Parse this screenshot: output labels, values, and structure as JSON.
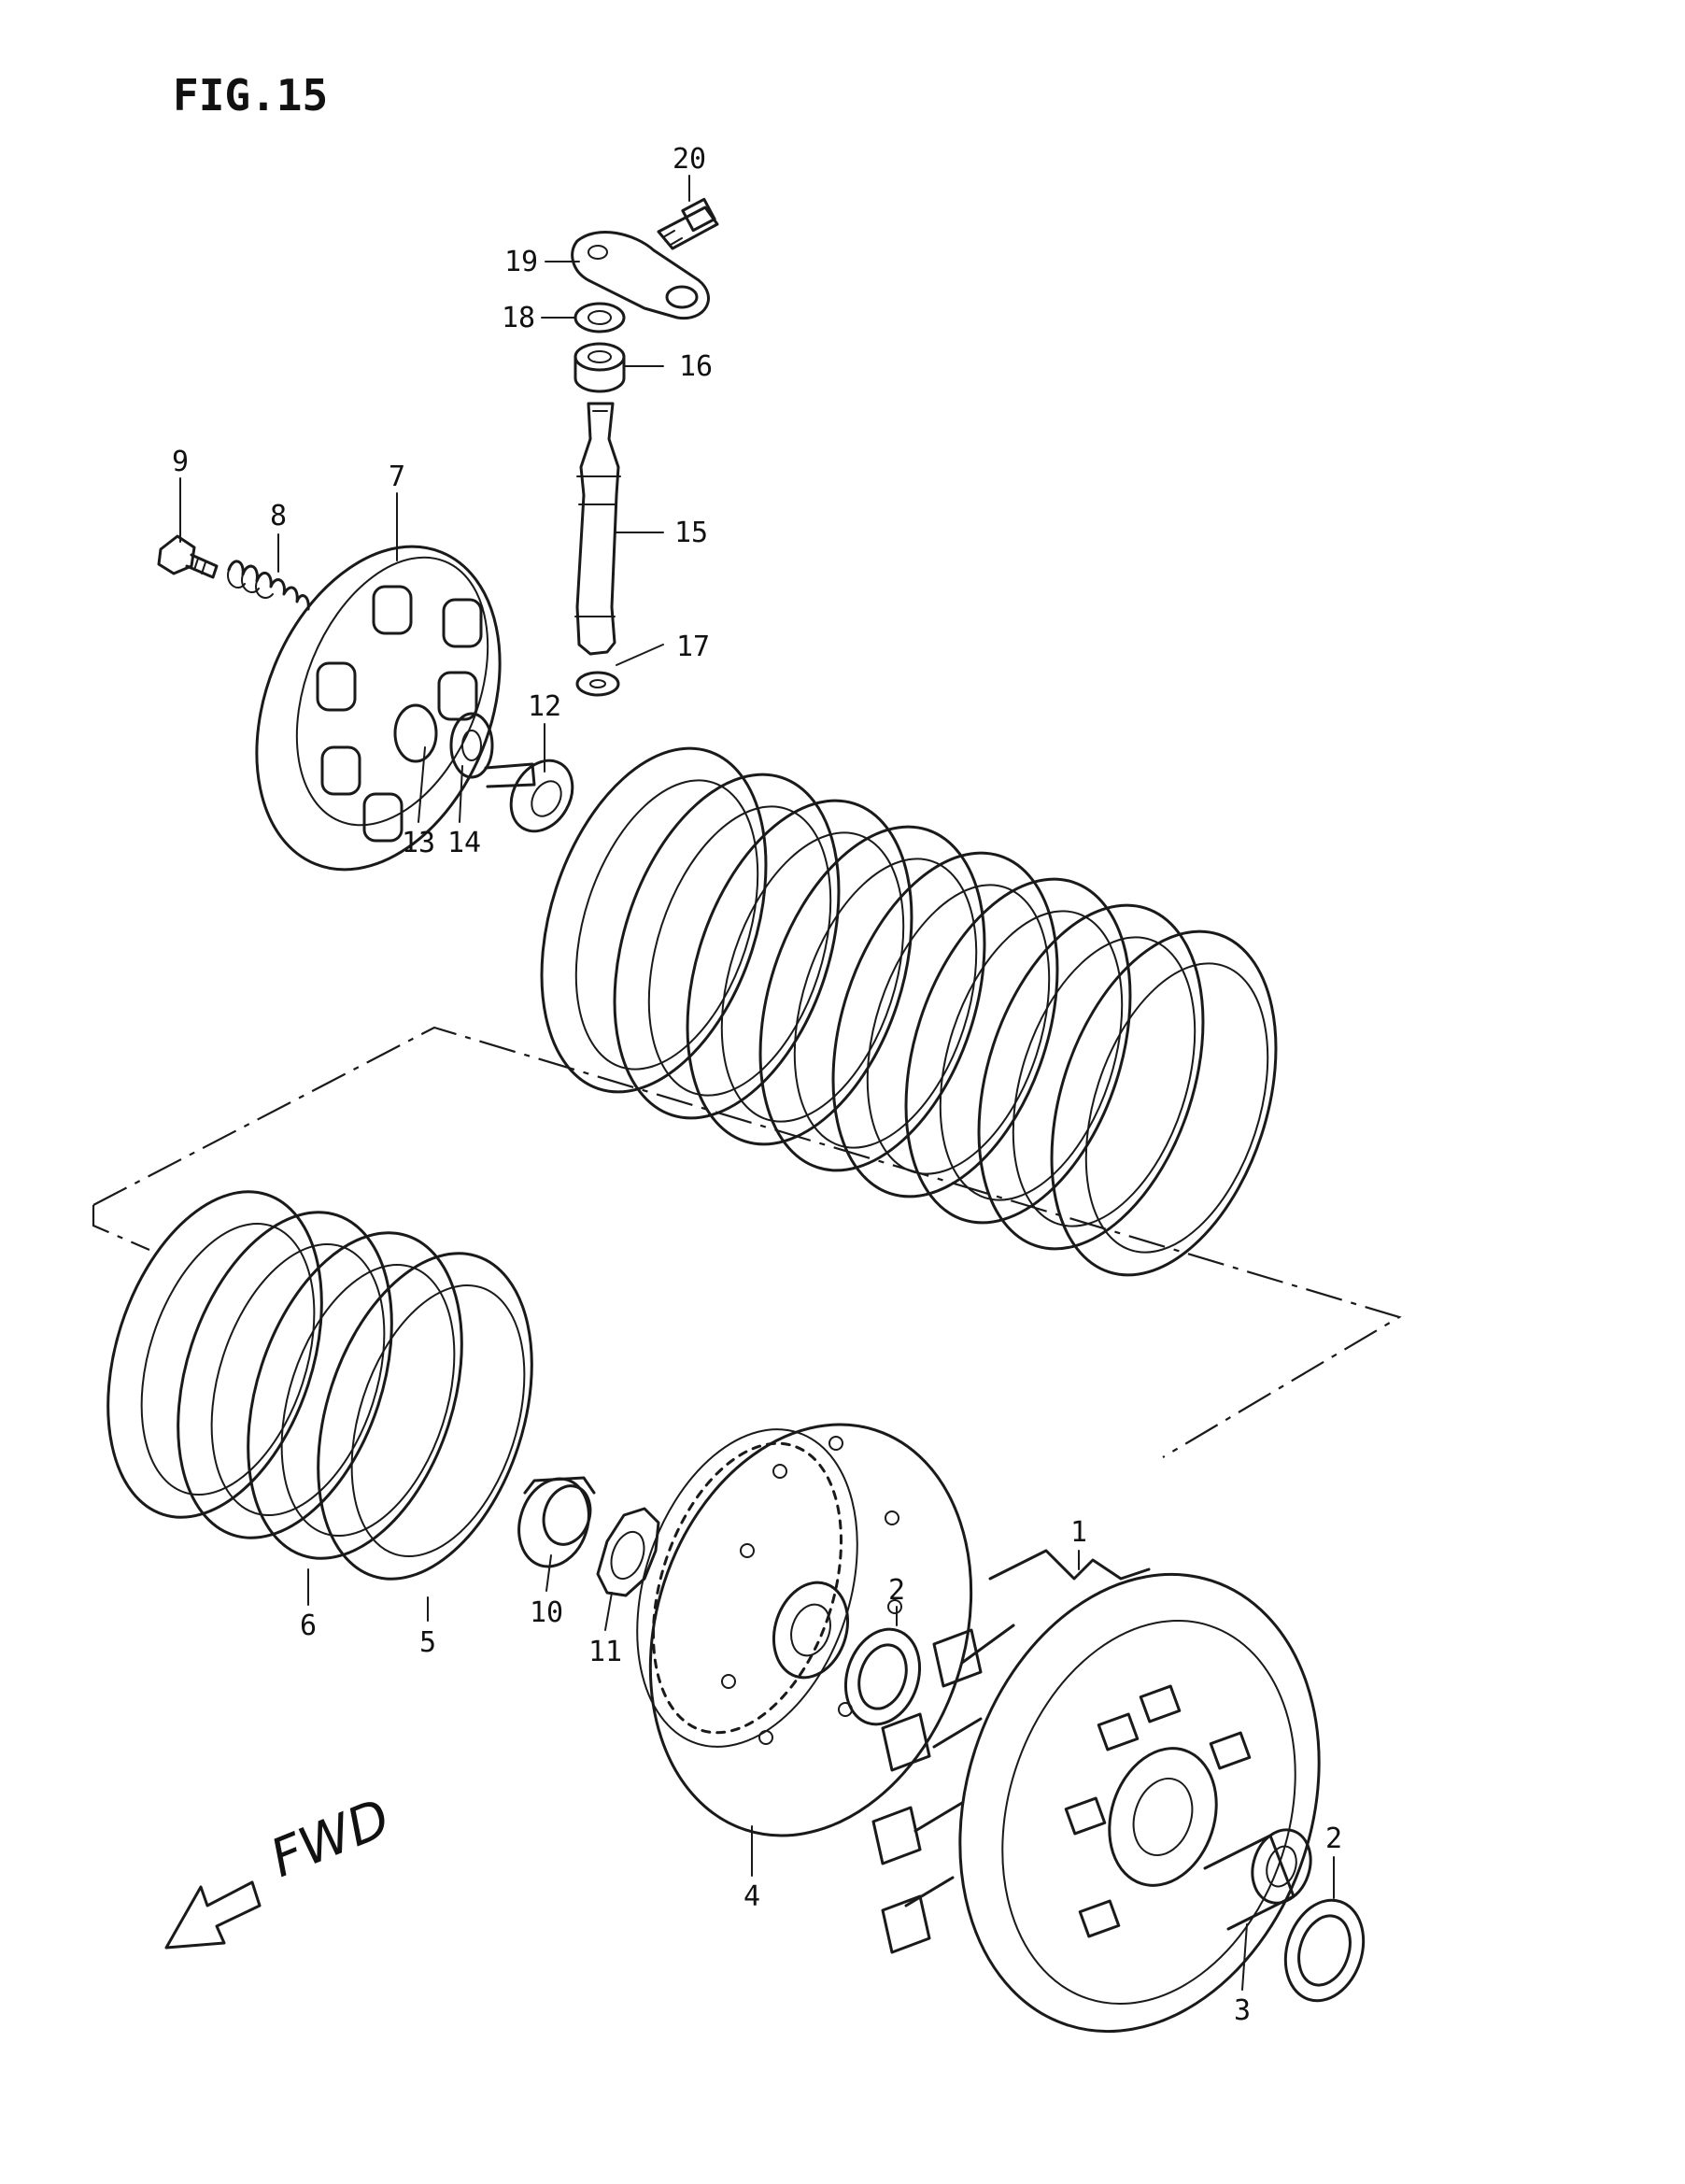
{
  "figure_title": "FIG.15",
  "direction_label": "FWD",
  "callouts": [
    "1",
    "2",
    "2",
    "3",
    "4",
    "5",
    "6",
    "7",
    "8",
    "9",
    "10",
    "11",
    "12",
    "13",
    "14",
    "15",
    "16",
    "17",
    "18",
    "19",
    "20"
  ]
}
